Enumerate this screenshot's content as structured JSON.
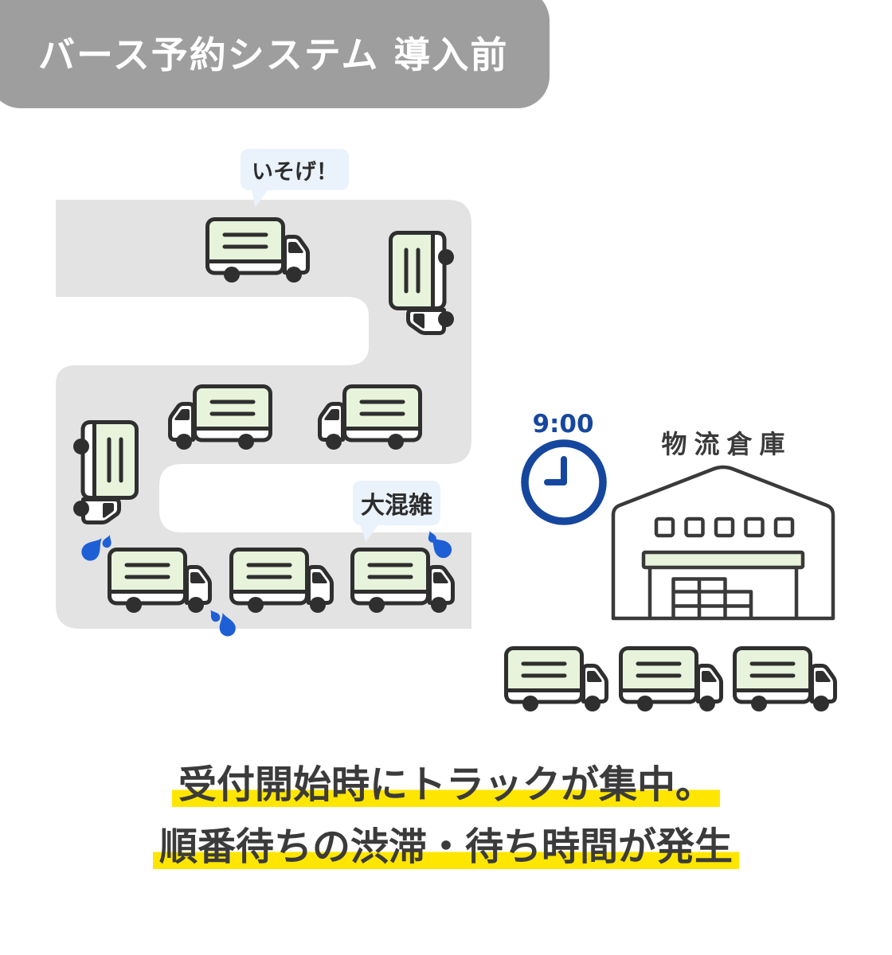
{
  "header": {
    "title": "バース予約システム 導入前"
  },
  "bubbles": {
    "hurry": "いそげ！",
    "congestion": "大混雑"
  },
  "clock": {
    "time": "9:00"
  },
  "warehouse": {
    "label": "物流倉庫"
  },
  "caption": {
    "line1": "受付開始時にトラックが集中。",
    "line2": "順番待ちの渋滞・待ち時間が発生"
  },
  "icons": {
    "truck": "truck-icon",
    "clock": "clock-icon",
    "warehouse": "warehouse-icon",
    "sweat_drop": "sweat-drop-icon",
    "road": "road-shape"
  },
  "colors": {
    "banner-gray": "#9e9e9e",
    "road-gray": "#e3e3e3",
    "cargo-green": "#e7f3db",
    "outline-dark": "#2f2f2f",
    "building-gray": "#3a3a3a",
    "accent-blue": "#16479e",
    "drop-blue": "#1f5fd6",
    "bubble-blue": "#eaf2fc",
    "highlight-yellow": "#ffe600",
    "text-dark": "#3b3b3b"
  }
}
